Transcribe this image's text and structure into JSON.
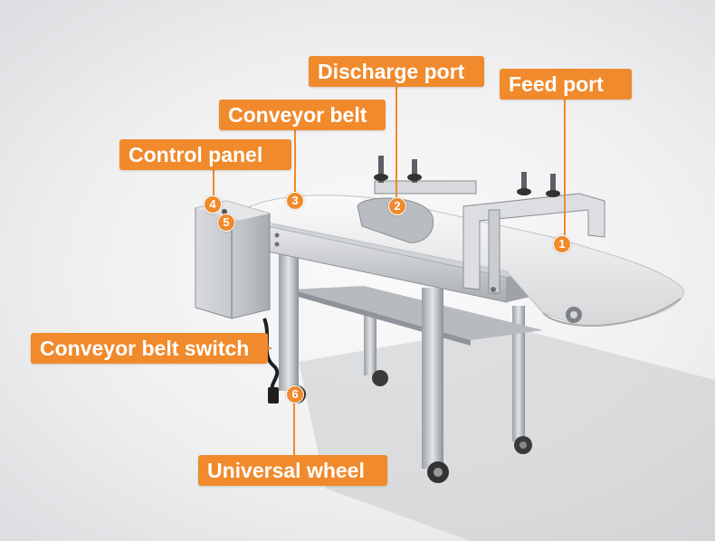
{
  "callouts": {
    "discharge_port": "Discharge port",
    "feed_port": "Feed port",
    "conveyor_belt": "Conveyor belt",
    "control_panel": "Control panel",
    "conveyor_belt_switch": "Conveyor belt switch",
    "universal_wheel": "Universal wheel"
  },
  "markers": {
    "m1": "1",
    "m2": "2",
    "m3": "3",
    "m4": "4",
    "m5": "5",
    "m6": "6"
  },
  "colors": {
    "accent": "#f08a2c",
    "steel_light": "#d9dbde",
    "steel_dark": "#8c9096",
    "belt": "#ececec"
  }
}
